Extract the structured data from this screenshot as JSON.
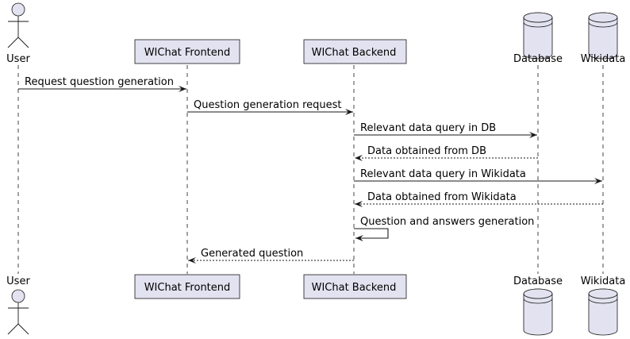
{
  "diagram": {
    "type": "sequence",
    "participants": [
      {
        "id": "user",
        "label": "User",
        "kind": "actor"
      },
      {
        "id": "frontend",
        "label": "WIChat Frontend",
        "kind": "participant"
      },
      {
        "id": "backend",
        "label": "WIChat Backend",
        "kind": "participant"
      },
      {
        "id": "db",
        "label": "Database",
        "kind": "database"
      },
      {
        "id": "wikidata",
        "label": "Wikidata",
        "kind": "database"
      }
    ],
    "messages": [
      {
        "from": "user",
        "to": "frontend",
        "label": "Request question generation",
        "style": "solid"
      },
      {
        "from": "frontend",
        "to": "backend",
        "label": "Question generation request",
        "style": "solid"
      },
      {
        "from": "backend",
        "to": "db",
        "label": "Relevant data query in DB",
        "style": "solid"
      },
      {
        "from": "db",
        "to": "backend",
        "label": "Data obtained from DB",
        "style": "dashed"
      },
      {
        "from": "backend",
        "to": "wikidata",
        "label": "Relevant data query in Wikidata",
        "style": "solid"
      },
      {
        "from": "wikidata",
        "to": "backend",
        "label": "Data obtained from Wikidata",
        "style": "dashed"
      },
      {
        "from": "backend",
        "to": "backend",
        "label": "Question and answers generation",
        "style": "solid"
      },
      {
        "from": "backend",
        "to": "frontend",
        "label": "Generated question",
        "style": "dashed"
      }
    ],
    "colors": {
      "participant_fill": "#E2E2F0",
      "stroke": "#181818"
    }
  }
}
